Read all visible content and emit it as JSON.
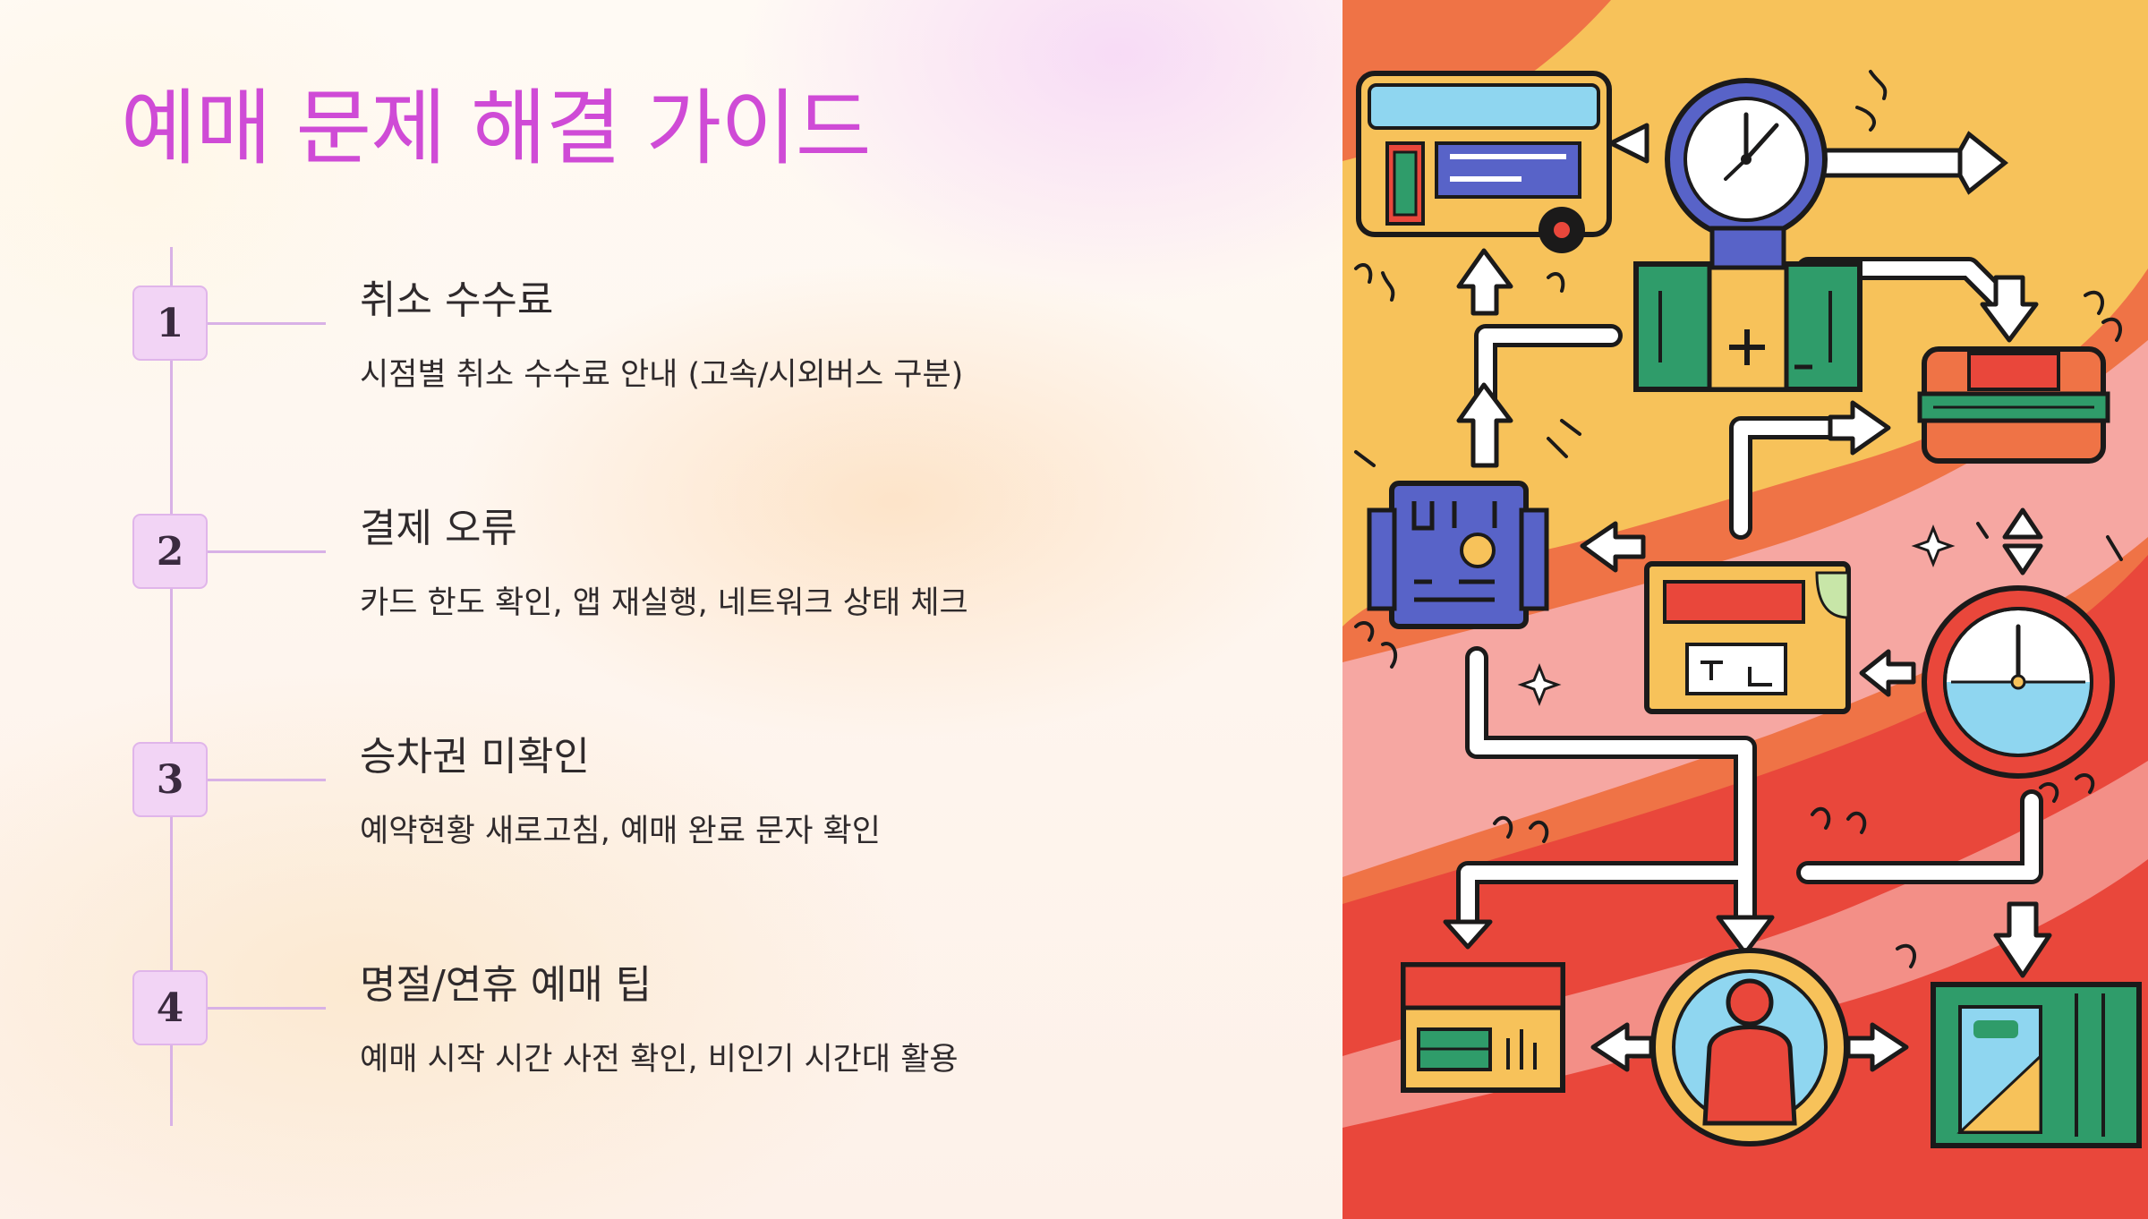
{
  "page": {
    "title": "예매 문제 해결 가이드",
    "accent_color": "#cf4bd6",
    "timeline_color": "#d8b1e6",
    "badge_color": "#f2d4f5"
  },
  "steps": [
    {
      "number": "1",
      "title": "취소 수수료",
      "description": "시점별 취소 수수료 안내 (고속/시외버스 구분)"
    },
    {
      "number": "2",
      "title": "결제 오류",
      "description": "카드 한도 확인, 앱 재실행, 네트워크 상태 체크"
    },
    {
      "number": "3",
      "title": "승차권 미확인",
      "description": "예약현황 새로고침, 예매 완료 문자 확인"
    },
    {
      "number": "4",
      "title": "명절/연휴 예매 팁",
      "description": "예매 시작 시간 사전 확인, 비인기 시간대 활용"
    }
  ],
  "illustration": {
    "icons": [
      "bus-icon",
      "clock-icon",
      "key-icon",
      "first-aid-kit-icon",
      "ticket-machine-icon",
      "bus-ticket-icon",
      "stopwatch-icon",
      "card-reader-icon",
      "passenger-icon",
      "mobile-ticket-icon"
    ],
    "colors": {
      "red": "#e9473b",
      "orange": "#ef7346",
      "yellow": "#f7c25a",
      "pink": "#f6a7a2",
      "blue": "#5863c8",
      "green": "#2f9c6a",
      "light_blue": "#8fd6f0"
    }
  }
}
